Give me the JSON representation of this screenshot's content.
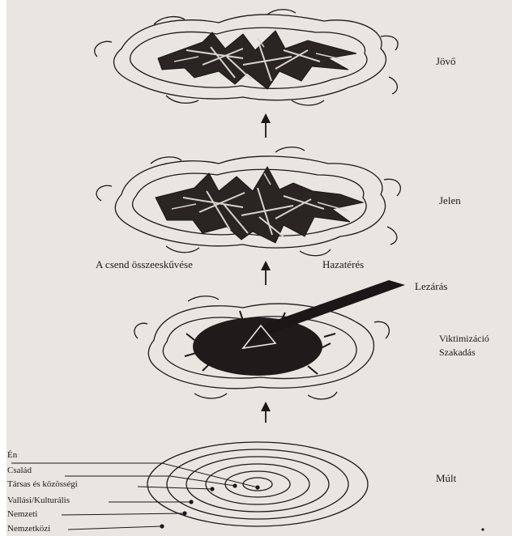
{
  "stages": {
    "future": "Jövő",
    "present": "Jelen",
    "victimization": "Viktimizáció",
    "rupture": "Szakadás",
    "past": "Múlt"
  },
  "transition": {
    "collapse_of_silence": "A csend összeeskűvése",
    "return": "Hazatérés",
    "closure": "Lezárás"
  },
  "identity_layers": [
    "Én",
    "Család",
    "Társas és közösségi",
    "Vallási/Kulturális",
    "Nemzeti",
    "Nemzetközi"
  ],
  "colors": {
    "paper": "#e9e6e2",
    "ink": "#1a1716"
  }
}
